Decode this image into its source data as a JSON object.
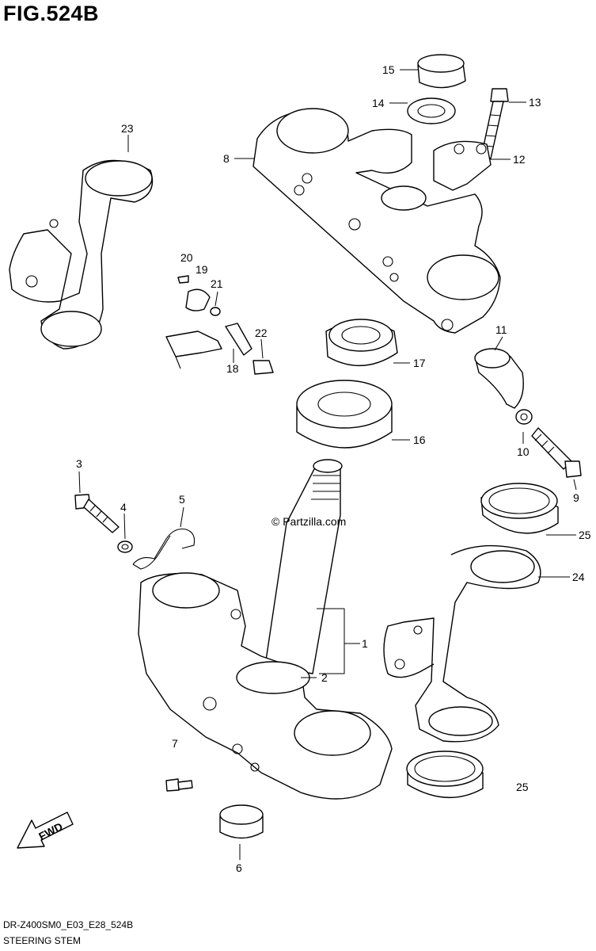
{
  "figure": {
    "title": "FIG.524B",
    "watermark": "© Partzilla.com",
    "fwd_label": "FWD"
  },
  "footer": {
    "code": "DR-Z400SM0_E03_E28_524B",
    "name": "STEERING STEM"
  },
  "callouts": [
    {
      "id": "c1",
      "text": "1"
    },
    {
      "id": "c2",
      "text": "2"
    },
    {
      "id": "c3",
      "text": "3"
    },
    {
      "id": "c4",
      "text": "4"
    },
    {
      "id": "c5",
      "text": "5"
    },
    {
      "id": "c6",
      "text": "6"
    },
    {
      "id": "c7",
      "text": "7"
    },
    {
      "id": "c8",
      "text": "8"
    },
    {
      "id": "c9",
      "text": "9"
    },
    {
      "id": "c10",
      "text": "10"
    },
    {
      "id": "c11",
      "text": "11"
    },
    {
      "id": "c12",
      "text": "12"
    },
    {
      "id": "c13",
      "text": "13"
    },
    {
      "id": "c14",
      "text": "14"
    },
    {
      "id": "c15",
      "text": "15"
    },
    {
      "id": "c16",
      "text": "16"
    },
    {
      "id": "c17",
      "text": "17"
    },
    {
      "id": "c18",
      "text": "18"
    },
    {
      "id": "c19",
      "text": "19"
    },
    {
      "id": "c20",
      "text": "20"
    },
    {
      "id": "c21",
      "text": "21"
    },
    {
      "id": "c22",
      "text": "22"
    },
    {
      "id": "c23",
      "text": "23"
    },
    {
      "id": "c24",
      "text": "24"
    },
    {
      "id": "c25a",
      "text": "25"
    },
    {
      "id": "c25b",
      "text": "25"
    }
  ]
}
